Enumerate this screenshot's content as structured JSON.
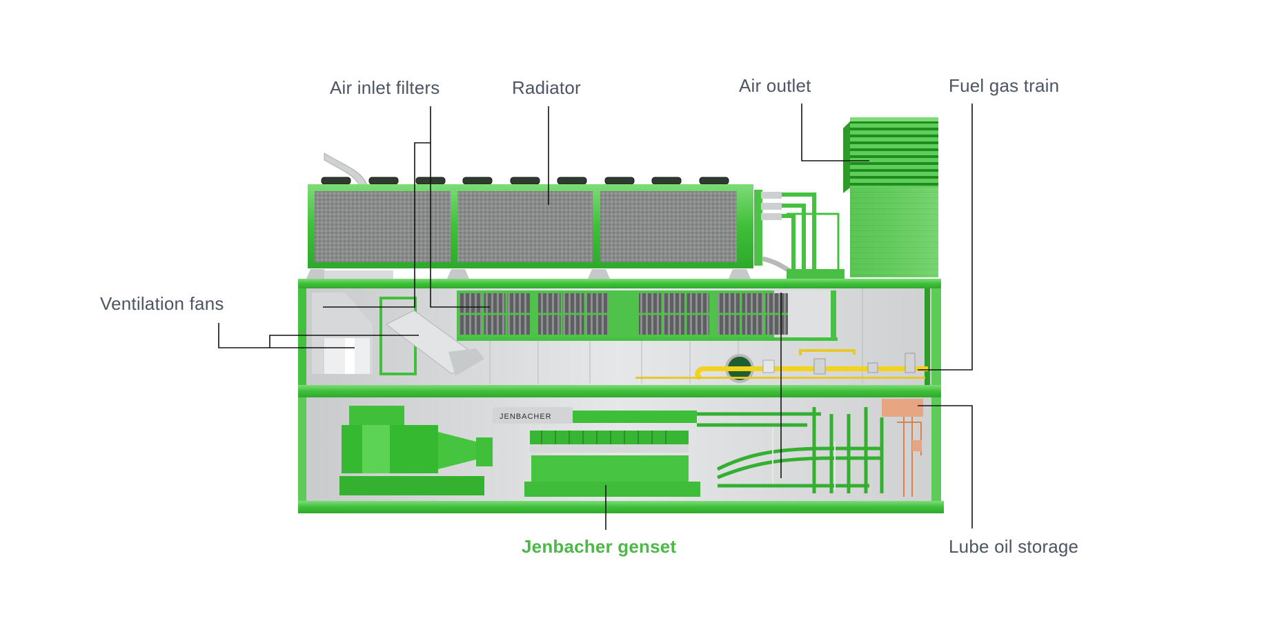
{
  "diagram": {
    "subject": "Containerized genset power module (cutaway view)",
    "brand_plate": "JENBACHER",
    "colors": {
      "label_text": "#4b5563",
      "highlight_text": "#4cb848",
      "frame_green": "#3fbf3a",
      "frame_green_light": "#6fd66a",
      "radiator_core": "#8a8a8a",
      "interior_gray": "#d9dadb",
      "gas_pipe_yellow": "#f2d21b",
      "lube_oil_copper": "#e8a582",
      "leader_line": "#111111"
    },
    "callouts": [
      {
        "id": "air-inlet-filters",
        "label": "Air inlet filters",
        "highlight": false
      },
      {
        "id": "radiator",
        "label": "Radiator",
        "highlight": false
      },
      {
        "id": "air-outlet",
        "label": "Air outlet",
        "highlight": false
      },
      {
        "id": "fuel-gas-train",
        "label": "Fuel gas train",
        "highlight": false
      },
      {
        "id": "ventilation-fans",
        "label": "Ventilation fans",
        "highlight": false
      },
      {
        "id": "jenbacher-genset",
        "label": "Jenbacher genset",
        "highlight": true
      },
      {
        "id": "lube-oil-storage",
        "label": "Lube oil storage",
        "highlight": false
      }
    ]
  }
}
